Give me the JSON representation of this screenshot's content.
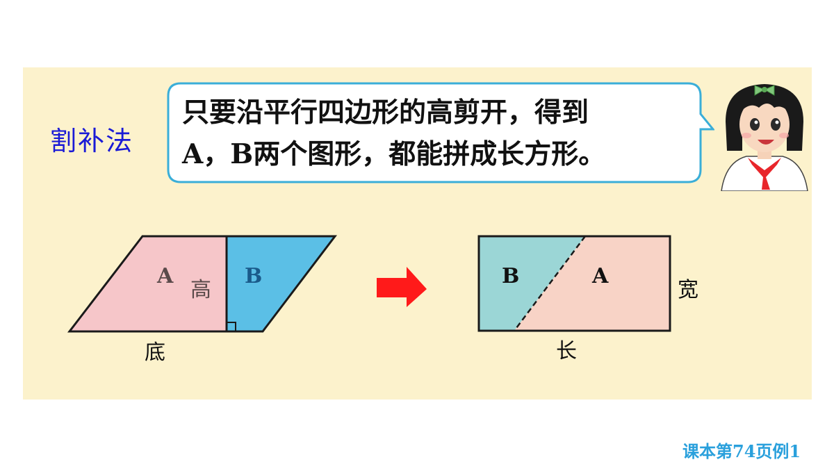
{
  "method_label": "割补法",
  "bubble": {
    "line1": "只要沿平行四边形的高剪开，得到",
    "line2": "A，B两个图形，都能拼成长方形。"
  },
  "parallelogram": {
    "piece_a": "A",
    "piece_b": "B",
    "height_label": "高",
    "base_label": "底"
  },
  "rectangle": {
    "piece_b": "B",
    "piece_a": "A",
    "width_label": "宽",
    "length_label": "长"
  },
  "colors": {
    "panel": "#fcf2cc",
    "piece_a_pink": "#f6c6c9",
    "piece_b_blue": "#5bbfe6",
    "rect_b_teal": "#9bd6d6",
    "rect_a_peach": "#f8d3c6",
    "arrow_red": "#ff1a1a",
    "label_blue": "#1a1ad6",
    "ref_blue": "#2aa0dc"
  },
  "reference_note": "课本第74页例1"
}
